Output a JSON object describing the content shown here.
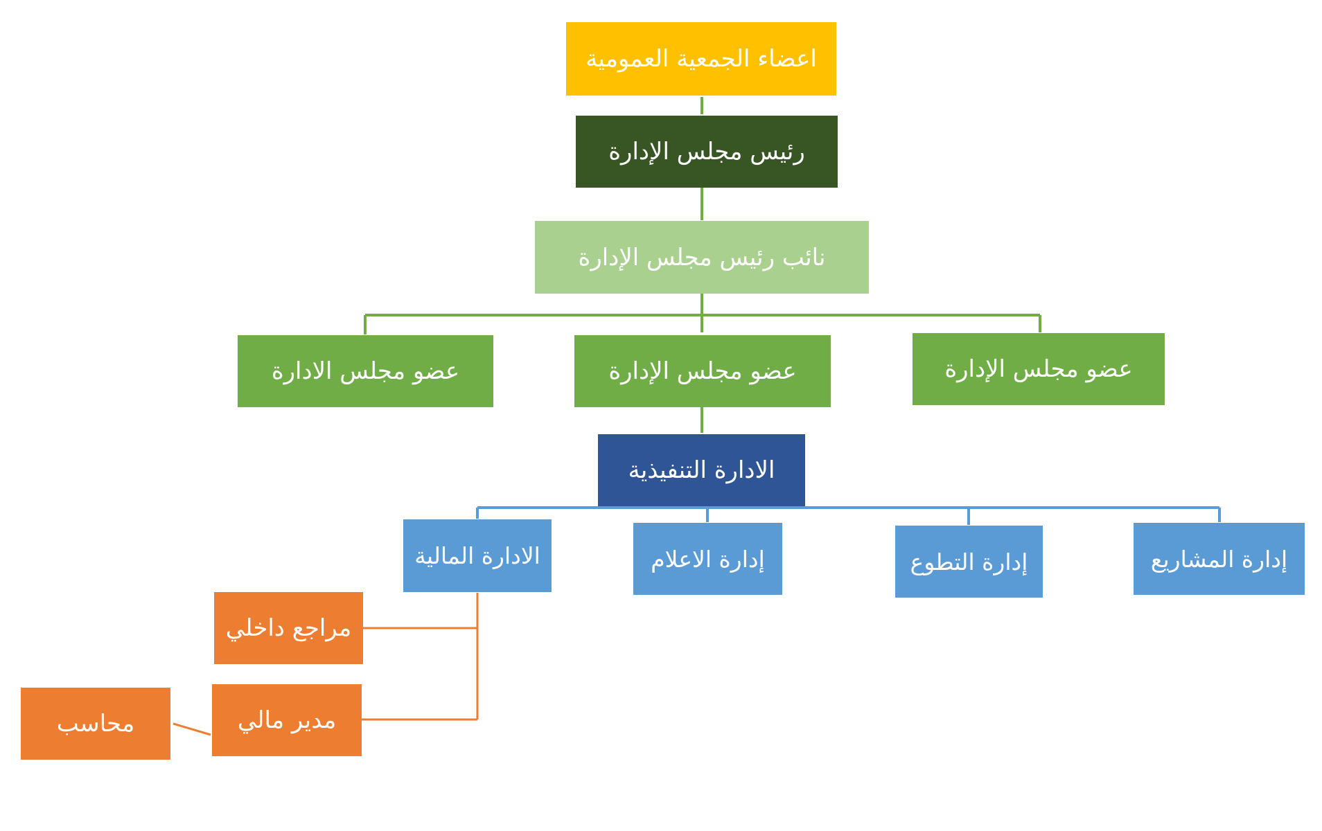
{
  "colors": {
    "yellow": "#FFC000",
    "dark_green": "#375623",
    "light_green": "#A9D08E",
    "green": "#70AD47",
    "dark_blue": "#2F5597",
    "blue": "#5B9BD5",
    "orange": "#ED7D31",
    "green_line": "#70AD47",
    "blue_line": "#5B9BD5",
    "orange_line": "#ED7D31"
  },
  "nodes": {
    "general_assembly": {
      "label": "اعضاء الجمعية العمومية"
    },
    "chairman": {
      "label": "رئيس مجلس الإدارة"
    },
    "vice_chairman": {
      "label": "نائب رئيس مجلس الإدارة"
    },
    "board_member_left": {
      "label": "عضو مجلس الادارة"
    },
    "board_member_center": {
      "label": "عضو مجلس الإدارة"
    },
    "board_member_right": {
      "label": "عضو مجلس الإدارة"
    },
    "executive_management": {
      "label": "الادارة التنفيذية"
    },
    "financial_management": {
      "label": "الادارة المالية"
    },
    "media_management": {
      "label": "إدارة الاعلام"
    },
    "volunteering_management": {
      "label": "إدارة التطوع"
    },
    "projects_management": {
      "label": "إدارة المشاريع"
    },
    "internal_auditor": {
      "label": "مراجع داخلي"
    },
    "financial_manager": {
      "label": "مدير مالي"
    },
    "accountant": {
      "label": "محاسب"
    }
  }
}
